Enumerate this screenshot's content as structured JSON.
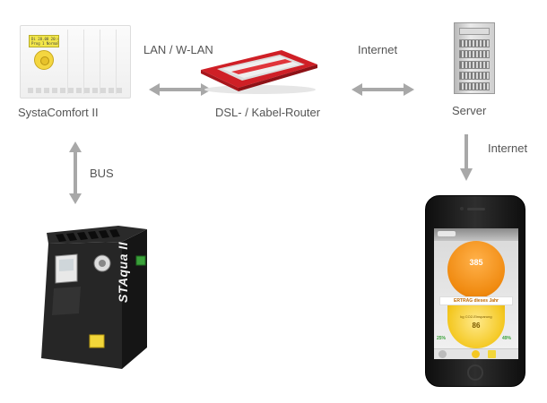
{
  "labels": {
    "systa": "SystaComfort II",
    "router": "DSL- / Kabel-Router",
    "server": "Server",
    "lan": "LAN / W-LAN",
    "internet_top": "Internet",
    "internet_right": "Internet",
    "bus": "BUS"
  },
  "devices": {
    "systa_display_line1": "Di 28.08 20:47",
    "systa_display_line2": "Prog 1 Normal",
    "staqua_brand": "STAqua II",
    "phone_gauge_top_value": "385",
    "phone_gauge_band": "ERTRAG dieses Jahr",
    "phone_gauge_bottom_caption": "kg CO2-Einsparung",
    "phone_gauge_bottom_value": "86",
    "phone_stat_left": "25%",
    "phone_stat_right": "49%"
  },
  "colors": {
    "arrow": "#a8a8a8",
    "label_text": "#555555",
    "router_red": "#d8232a",
    "phone_orange": "#f08a10",
    "phone_yellow": "#f4c822"
  },
  "icons": {
    "arrows": [
      "double-arrow-horizontal",
      "double-arrow-horizontal",
      "arrow-down",
      "double-arrow-vertical"
    ]
  }
}
